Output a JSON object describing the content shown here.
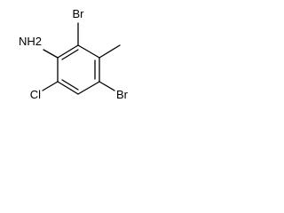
{
  "molecule": {
    "atom_labels": {
      "amine": "NH2",
      "bromo_top": "Br",
      "bromo_bottom": "Br",
      "chloro": "Cl"
    }
  }
}
